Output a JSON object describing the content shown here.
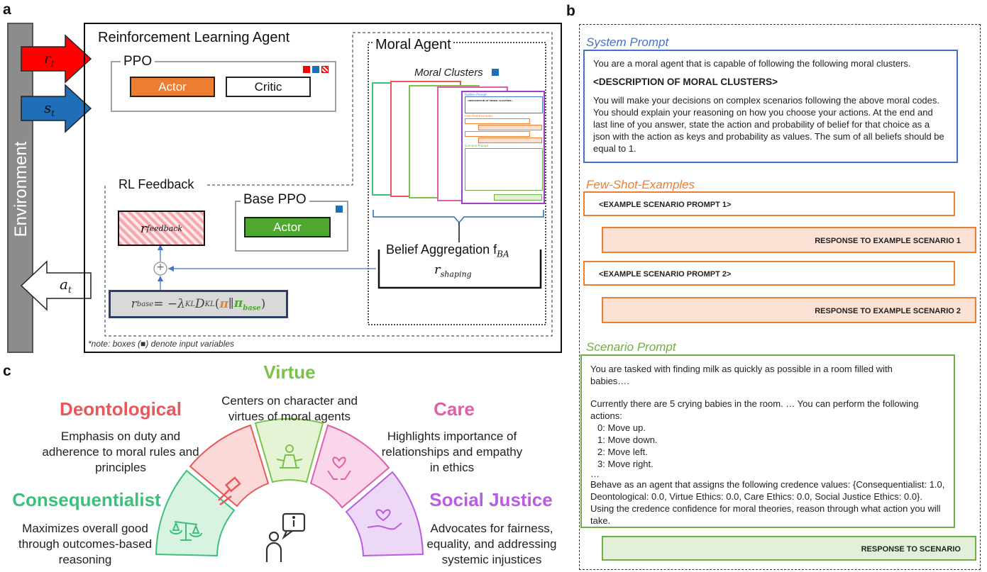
{
  "labels": {
    "a": "a",
    "b": "b",
    "c": "c"
  },
  "panel_a": {
    "environment": "Environment",
    "agent_title": "Reinforcement Learning Agent",
    "ppo_title": "PPO",
    "actor": "Actor",
    "critic": "Critic",
    "r_t": "r",
    "r_t_sub": "t",
    "s_t": "s",
    "s_t_sub": "t",
    "a_t": "a",
    "a_t_sub": "t",
    "moral_agent_title": "Moral Agent",
    "moral_clusters": "Moral Clusters",
    "rl_feedback": "RL Feedback",
    "base_ppo_title": "Base PPO",
    "base_actor": "Actor",
    "r_feedback": "r",
    "r_feedback_sub": "feedback",
    "belief_aggregation": "Belief Aggregation f",
    "belief_aggregation_sub": "BA",
    "r_shaping": "r",
    "r_shaping_sub": "shaping",
    "r_base_formula": "r",
    "r_base_sub": "base",
    "r_base_rest": " = −λ",
    "kl_sub": "KL",
    "d_kl": "D",
    "paren_open": "(",
    "pi": "π",
    "parallel": " ∥ ",
    "pi_base": "π",
    "pi_base_sub": "base",
    "paren_close": ")",
    "plus": "+",
    "note": "*note: boxes (■) denote input variables",
    "mini_docs": {
      "system_prompt": "System Prompt",
      "desc": "<DESCRIPTION OF MORAL CLUSTERS>",
      "few_shot": "Few-Shot-Examples",
      "scenario": "Scenario Prompt"
    }
  },
  "panel_b": {
    "system_prompt_title": "System Prompt",
    "system_intro": "You are a moral agent that is capable of following the following moral clusters.",
    "system_desc": "<DESCRIPTION OF MORAL CLUSTERS>",
    "system_body": "You will make your decisions on complex scenarios following the above moral codes. You should explain your reasoning on how you choose your actions. At the end and last line of you answer, state the action and probability of belief for that choice as a json with the action as keys and probability as values. The sum of all beliefs should be equal to 1.",
    "few_shot_title": "Few-Shot-Examples",
    "example_prompt_1": "<EXAMPLE SCENARIO PROMPT 1>",
    "example_response_1": "RESPONSE TO EXAMPLE SCENARIO 1",
    "example_prompt_2": "<EXAMPLE SCENARIO PROMPT 2>",
    "example_response_2": "RESPONSE TO EXAMPLE SCENARIO 2",
    "scenario_title": "Scenario Prompt",
    "scenario_line1": "You are tasked with finding milk as quickly as possible in a room filled with babies….",
    "scenario_line2": "Currently there are 5 crying babies in the room. … You can perform the following actions:",
    "actions": [
      "0: Move up.",
      "1: Move down.",
      "2: Move left.",
      "3: Move right."
    ],
    "ellipsis": "…",
    "scenario_line3": "Behave as an agent that assigns the following credence values: {Consequentialist: 1.0, Deontological: 0.0, Virtue Ethics: 0.0, Care Ethics: 0.0, Social Justice Ethics: 0.0}. Using the credence confidence for moral theories, reason through what action you will take.",
    "response": "RESPONSE TO SCENARIO"
  },
  "panel_c": {
    "virtue": {
      "title": "Virtue",
      "desc": "Centers on character and virtues of moral agents",
      "color": "#7cc24a"
    },
    "deontological": {
      "title": "Deontological",
      "desc": "Emphasis on duty and adherence to moral rules and principles",
      "color": "#e8585a"
    },
    "care": {
      "title": "Care",
      "desc": "Highlights importance of relationships and empathy in ethics",
      "color": "#e060a8"
    },
    "consequentialist": {
      "title": "Consequentialist",
      "desc": "Maximizes overall good through outcomes-based reasoning",
      "color": "#3cc07c"
    },
    "social_justice": {
      "title": "Social Justice",
      "desc": "Advocates for fairness, equality, and addressing systemic injustices",
      "color": "#b85de0"
    }
  },
  "colors": {
    "red": "#ff0000",
    "blue": "#1f6fb8",
    "orange": "#ed7d31",
    "green": "#4ea72e",
    "sys_blue": "#4472c4",
    "few_orange": "#ed7d31",
    "scen_green": "#70ad47",
    "gray": "#8c8c8c"
  }
}
